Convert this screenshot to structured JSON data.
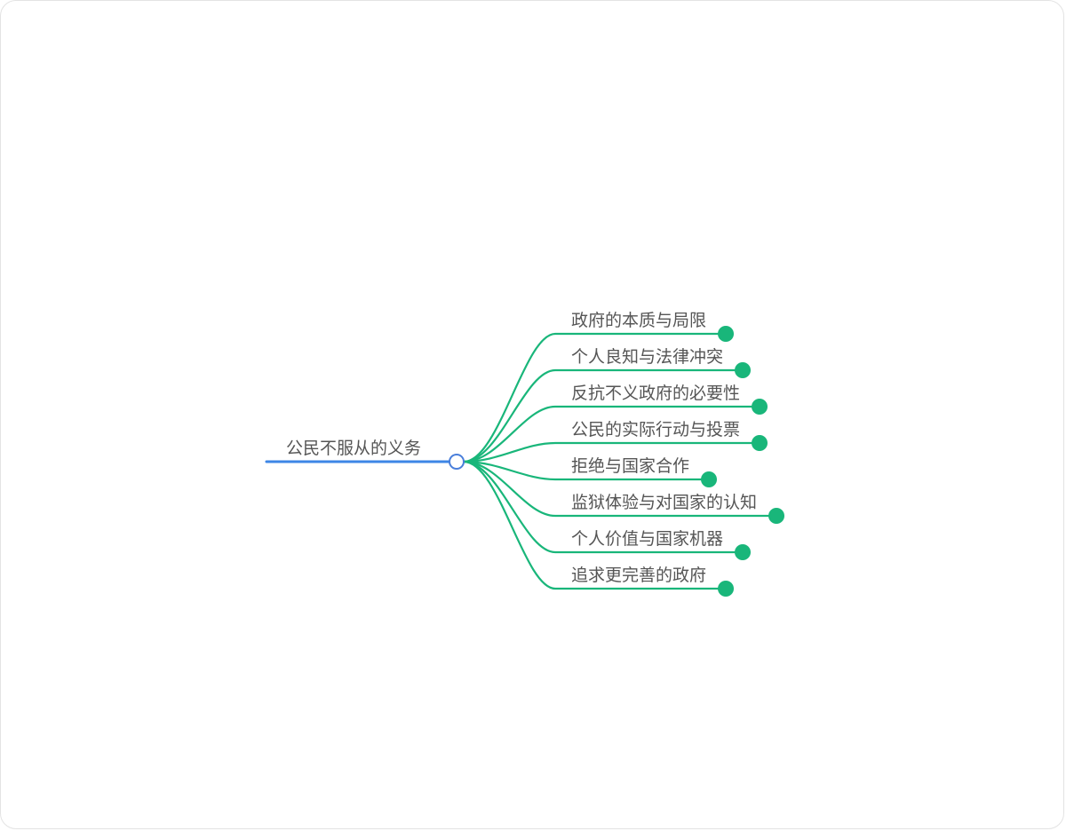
{
  "mindmap": {
    "root": {
      "label": "公民不服从的义务",
      "line_color": "#3d86e6",
      "node_color": "#4a7fdb"
    },
    "branch_color": "#19b67a",
    "branches": [
      {
        "label": "政府的本质与局限"
      },
      {
        "label": "个人良知与法律冲突"
      },
      {
        "label": "反抗不义政府的必要性"
      },
      {
        "label": "公民的实际行动与投票"
      },
      {
        "label": "拒绝与国家合作"
      },
      {
        "label": "监狱体验与对国家的认知"
      },
      {
        "label": "个人价值与国家机器"
      },
      {
        "label": "追求更完善的政府"
      }
    ]
  }
}
